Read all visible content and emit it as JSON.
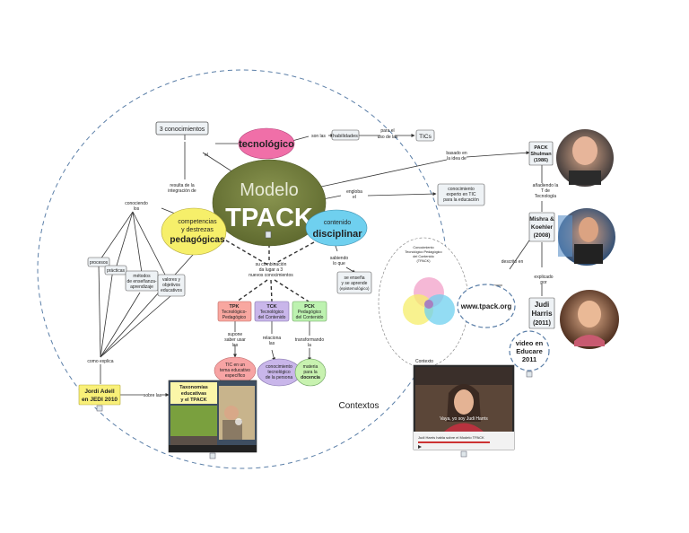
{
  "nodes": {
    "tres_conocimientos": "3 conocimientos",
    "tecnologico": "tecnológico",
    "modelo": "Modelo",
    "tpack": "TPACK",
    "habilidades": "habilidades",
    "tics": "TICs",
    "competencias_l1": "competencias",
    "competencias_l2": "y destrezas",
    "competencias_l3": "pedagógicas",
    "contenido_l1": "contenido",
    "contenido_l2": "disciplinar",
    "conocimiento_experto_l1": "conocimiento",
    "conocimiento_experto_l2": "experto en TIC",
    "conocimiento_experto_l3": "para la educación",
    "procesos": "procesos",
    "practicas": "prácticas",
    "metodos_l1": "métodos",
    "metodos_l2": "de enseñanza-",
    "metodos_l3": "aprendizaje",
    "valores_l1": "valores y",
    "valores_l2": "objetivos",
    "valores_l3": "educativos",
    "se_ensena_l1": "se enseña",
    "se_ensena_l2": "y se aprende",
    "se_ensena_l3": "(epistemológico)",
    "tpk_l1": "TPK",
    "tpk_l2": "Tecnológico-",
    "tpk_l3": "Pedagógico",
    "tck_l1": "TCK",
    "tck_l2": "Tecnológico",
    "tck_l3": "del Contenido",
    "pck_l1": "PCK",
    "pck_l2": "Pedagógico",
    "pck_l3": "del Contenido",
    "tic_tema_l1": "TIC en un",
    "tic_tema_l2": "tema educativo",
    "tic_tema_l3": "específico",
    "conocimiento_tec_l1": "conocimiento",
    "conocimiento_tec_l2": "tecnológico",
    "conocimiento_tec_l3": "de la persona",
    "materia_l1": "materia",
    "materia_l2": "para la",
    "materia_l3": "docencia",
    "jordi_l1": "Jordi Adell",
    "jordi_l2": "en JEDI 2010",
    "taxonomias_l1": "Taxonomías",
    "taxonomias_l2": "educativas",
    "taxonomias_l3": "y el TPACK",
    "contextos": "Contextos",
    "www": "www.tpack.org",
    "pack_l1": "PACK",
    "pack_l2": "Shulman",
    "pack_l3": "(1986)",
    "mishra_l1": "Mishra &",
    "mishra_l2": "Koehler",
    "mishra_l3": "(2008)",
    "judi_l1": "Judi",
    "judi_l2": "Harris",
    "judi_l3": "(2011)",
    "video_l1": "video en",
    "video_l2": "Educare",
    "video_l3": "2011",
    "venn_title_l1": "Conocimiento",
    "venn_title_l2": "Tecnológico Pedagógico",
    "venn_title_l3": "del Contenido",
    "venn_title_l4": "(TPACK)",
    "venn_bottom": "Contexto"
  },
  "links": {
    "son_las": "son las",
    "para_el_uso": "para el",
    "para_el_uso2": "uso de las",
    "resulta": "resulta de la",
    "resulta2": "integración de",
    "el": "el",
    "conociendo_los": "conociendo",
    "conociendo_los2": "los",
    "basado_en": "basado en",
    "basado_en2": "la idea de",
    "engloba": "engloba",
    "engloba2": "el",
    "su_combinacion1": "su combinación",
    "su_combinacion2": "da lugar a 3",
    "su_combinacion3": "nuevos conocimientos",
    "sabiendo1": "sabiendo",
    "sabiendo2": "lo que",
    "supone1": "supone",
    "supone2": "saber usar",
    "supone3": "las",
    "relaciona1": "relaciona",
    "relaciona2": "las",
    "transformando1": "transformando",
    "transformando2": "la",
    "como_explica": "como explica",
    "sobre_las": "sobre las",
    "descrito_en": "descrito en",
    "anadiendo1": "añadiendo la",
    "anadiendo2": "T de",
    "anadiendo3": "Tecnología",
    "explicado1": "explicado",
    "explicado2": "por"
  },
  "video": {
    "caption": "Vaya, yo soy Judi Harris",
    "title": "Judi Harris habla sobre el Modelo TPACK"
  },
  "colors": {
    "tecnologico": "#f06fa8",
    "modelo": "#6f7a3a",
    "competencias": "#f6ef6a",
    "contenido": "#6fd0ef",
    "tpk": "#f8a7a0",
    "tck": "#c9b6ea",
    "pck": "#bdf2b0",
    "tic_tema": "#f7a4a4",
    "conocimiento_tec": "#c9b6ea",
    "materia": "#c8f2b0",
    "jordi": "#f9f078",
    "video": "#a8324a"
  },
  "icons": [
    "document-icon",
    "photo-icon",
    "video-play-icon"
  ]
}
